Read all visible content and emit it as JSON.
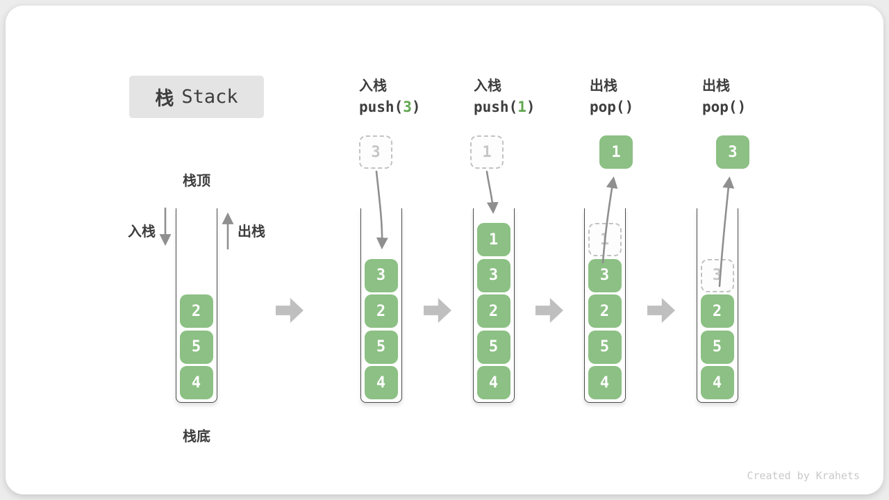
{
  "title": {
    "zh": "栈",
    "en": "Stack"
  },
  "legend": {
    "top": "栈顶",
    "bottom": "栈底",
    "push": "入栈",
    "pop": "出栈"
  },
  "colors": {
    "item_green": "#8cc084",
    "code_green": "#60a64f",
    "arrow_gray": "#8f8f8f",
    "block_arrow_gray": "#bfbfbf",
    "ghost_gray": "#c2c2c2",
    "ink": "#3d3d3d"
  },
  "steps": [
    {
      "name": "initial",
      "items": [
        "2",
        "5",
        "4"
      ]
    },
    {
      "name": "push-3",
      "label": "入栈",
      "code": {
        "pre": "push(",
        "arg": "3",
        "post": ")"
      },
      "floating": "3",
      "items": [
        "3",
        "2",
        "5",
        "4"
      ]
    },
    {
      "name": "push-1",
      "label": "入栈",
      "code": {
        "pre": "push(",
        "arg": "1",
        "post": ")"
      },
      "floating": "1",
      "items": [
        "1",
        "3",
        "2",
        "5",
        "4"
      ]
    },
    {
      "name": "pop-1",
      "label": "出栈",
      "code": {
        "pre": "pop(",
        "arg": "",
        "post": ")"
      },
      "floating": "1",
      "popped_ghost": "1",
      "items": [
        "3",
        "2",
        "5",
        "4"
      ]
    },
    {
      "name": "pop-3",
      "label": "出栈",
      "code": {
        "pre": "pop(",
        "arg": "",
        "post": ")"
      },
      "floating": "3",
      "popped_ghost": "3",
      "items": [
        "2",
        "5",
        "4"
      ]
    }
  ],
  "watermark": "Created by Krahets"
}
